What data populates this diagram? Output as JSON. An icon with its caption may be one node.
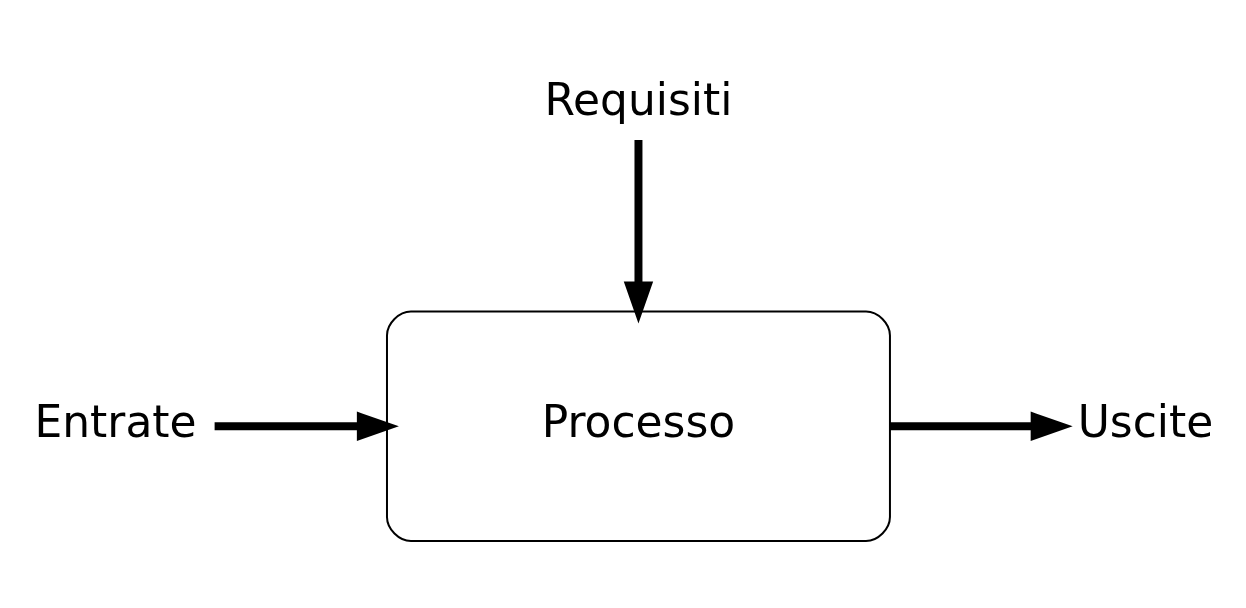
{
  "diagram": {
    "nodes": [
      {
        "text": [
          "Requisiti"
        ]
      },
      {
        "text": [
          "Entrate"
        ]
      },
      {
        "text": [
          "Processo"
        ]
      },
      {
        "text": [
          "Uscite"
        ]
      }
    ],
    "edges": [
      {
        "from": 0,
        "to": 2,
        "arrow": "to"
      },
      {
        "from": 1,
        "to": 2,
        "arrow": "to"
      },
      {
        "from": 2,
        "to": 3,
        "arrow": "to"
      }
    ]
  }
}
